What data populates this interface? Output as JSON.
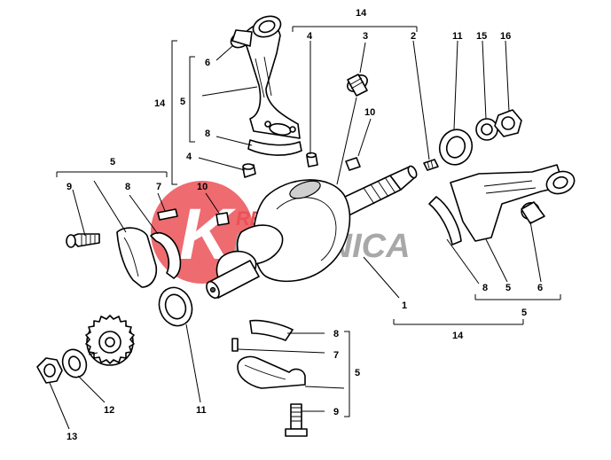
{
  "diagram": {
    "watermark": {
      "line1": "REUBICH",
      "line2": "ECCANICA",
      "logo_letter": "K",
      "brand_color": "#e8333a",
      "text_color": "#9a9a9a"
    },
    "callouts": [
      {
        "id": "c-top-14",
        "text": "14"
      },
      {
        "id": "c-top-4",
        "text": "4"
      },
      {
        "id": "c-top-3",
        "text": "3"
      },
      {
        "id": "c-top-2",
        "text": "2"
      },
      {
        "id": "c-top-11",
        "text": "11"
      },
      {
        "id": "c-top-15",
        "text": "15"
      },
      {
        "id": "c-top-16",
        "text": "16"
      },
      {
        "id": "c-rod-6",
        "text": "6"
      },
      {
        "id": "c-rod-14",
        "text": "14"
      },
      {
        "id": "c-rod-5",
        "text": "5"
      },
      {
        "id": "c-rod-8",
        "text": "8"
      },
      {
        "id": "c-rod-4",
        "text": "4"
      },
      {
        "id": "c-mid-10",
        "text": "10"
      },
      {
        "id": "c-left-5",
        "text": "5"
      },
      {
        "id": "c-left-9",
        "text": "9"
      },
      {
        "id": "c-left-8",
        "text": "8"
      },
      {
        "id": "c-left-7",
        "text": "7"
      },
      {
        "id": "c-left-10",
        "text": "10"
      },
      {
        "id": "c-crank-1",
        "text": "1"
      },
      {
        "id": "c-right-8",
        "text": "8"
      },
      {
        "id": "c-right-5",
        "text": "5"
      },
      {
        "id": "c-right-6",
        "text": "6"
      },
      {
        "id": "c-right-14",
        "text": "14"
      },
      {
        "id": "c-bot-8",
        "text": "8"
      },
      {
        "id": "c-bot-7",
        "text": "7"
      },
      {
        "id": "c-bot-5",
        "text": "5"
      },
      {
        "id": "c-bot-9",
        "text": "9"
      },
      {
        "id": "c-bot-11",
        "text": "11"
      },
      {
        "id": "c-bot-12",
        "text": "12"
      },
      {
        "id": "c-bot-13",
        "text": "13"
      }
    ]
  }
}
